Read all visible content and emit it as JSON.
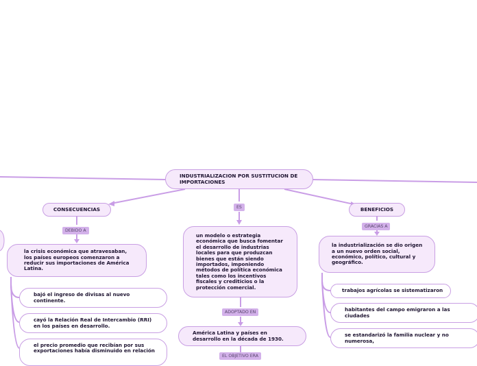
{
  "root": {
    "title": "INDUSTRIALIZACION POR SUSTITUCION DE\nIMPORTACIONES"
  },
  "left": {
    "title": "CONSECUENCIAS",
    "connector": "DEBIDO A",
    "cause": "la crisis económica que atravesaban,\nlos países europeos comenzaron a\nreducir sus importaciones de América\nLatina.",
    "items": [
      "bajó el ingreso de divisas al nuevo\ncontinente.",
      "cayó la Relación Real de Intercambio (RRI)\nen los países en desarrollo.",
      "el precio promedio que recibían por sus\nexportaciones había disminuido en relación"
    ]
  },
  "middle": {
    "connector": "ES",
    "definition": "un modelo o estrategia\neconómica que busca fomentar\nel desarrollo de industrias\nlocales para que produzcan\nbienes que están siendo\nimportados, imponiendo\nmétodos de política económica\ntales como los incentivos\nfiscales y crediticios o la\nprotección comercial.",
    "connector2": "ADOPTADO EN",
    "adopted": "América Latina y  países en\ndesarrollo en la década de 1930.",
    "connector3": "EL OBJETIVO ERA"
  },
  "right": {
    "title": "BENEFICIOS",
    "connector": "GRACIAS A",
    "benefit": "la industrialización se dio origen\na un nuevo orden social,\neconómico, político, cultural y\ngeográfico.",
    "items": [
      "trabajos agrícolas se sistematizaron",
      "habitantes del campo emigraron a las\nciudades",
      "se estandarizó la familia nuclear y no\nnumerosa,"
    ]
  },
  "colors": {
    "node_fill": "#f6e9fb",
    "node_border": "#c89ee3",
    "link": "#c99de6",
    "tag_fill": "#d3b1ea"
  }
}
